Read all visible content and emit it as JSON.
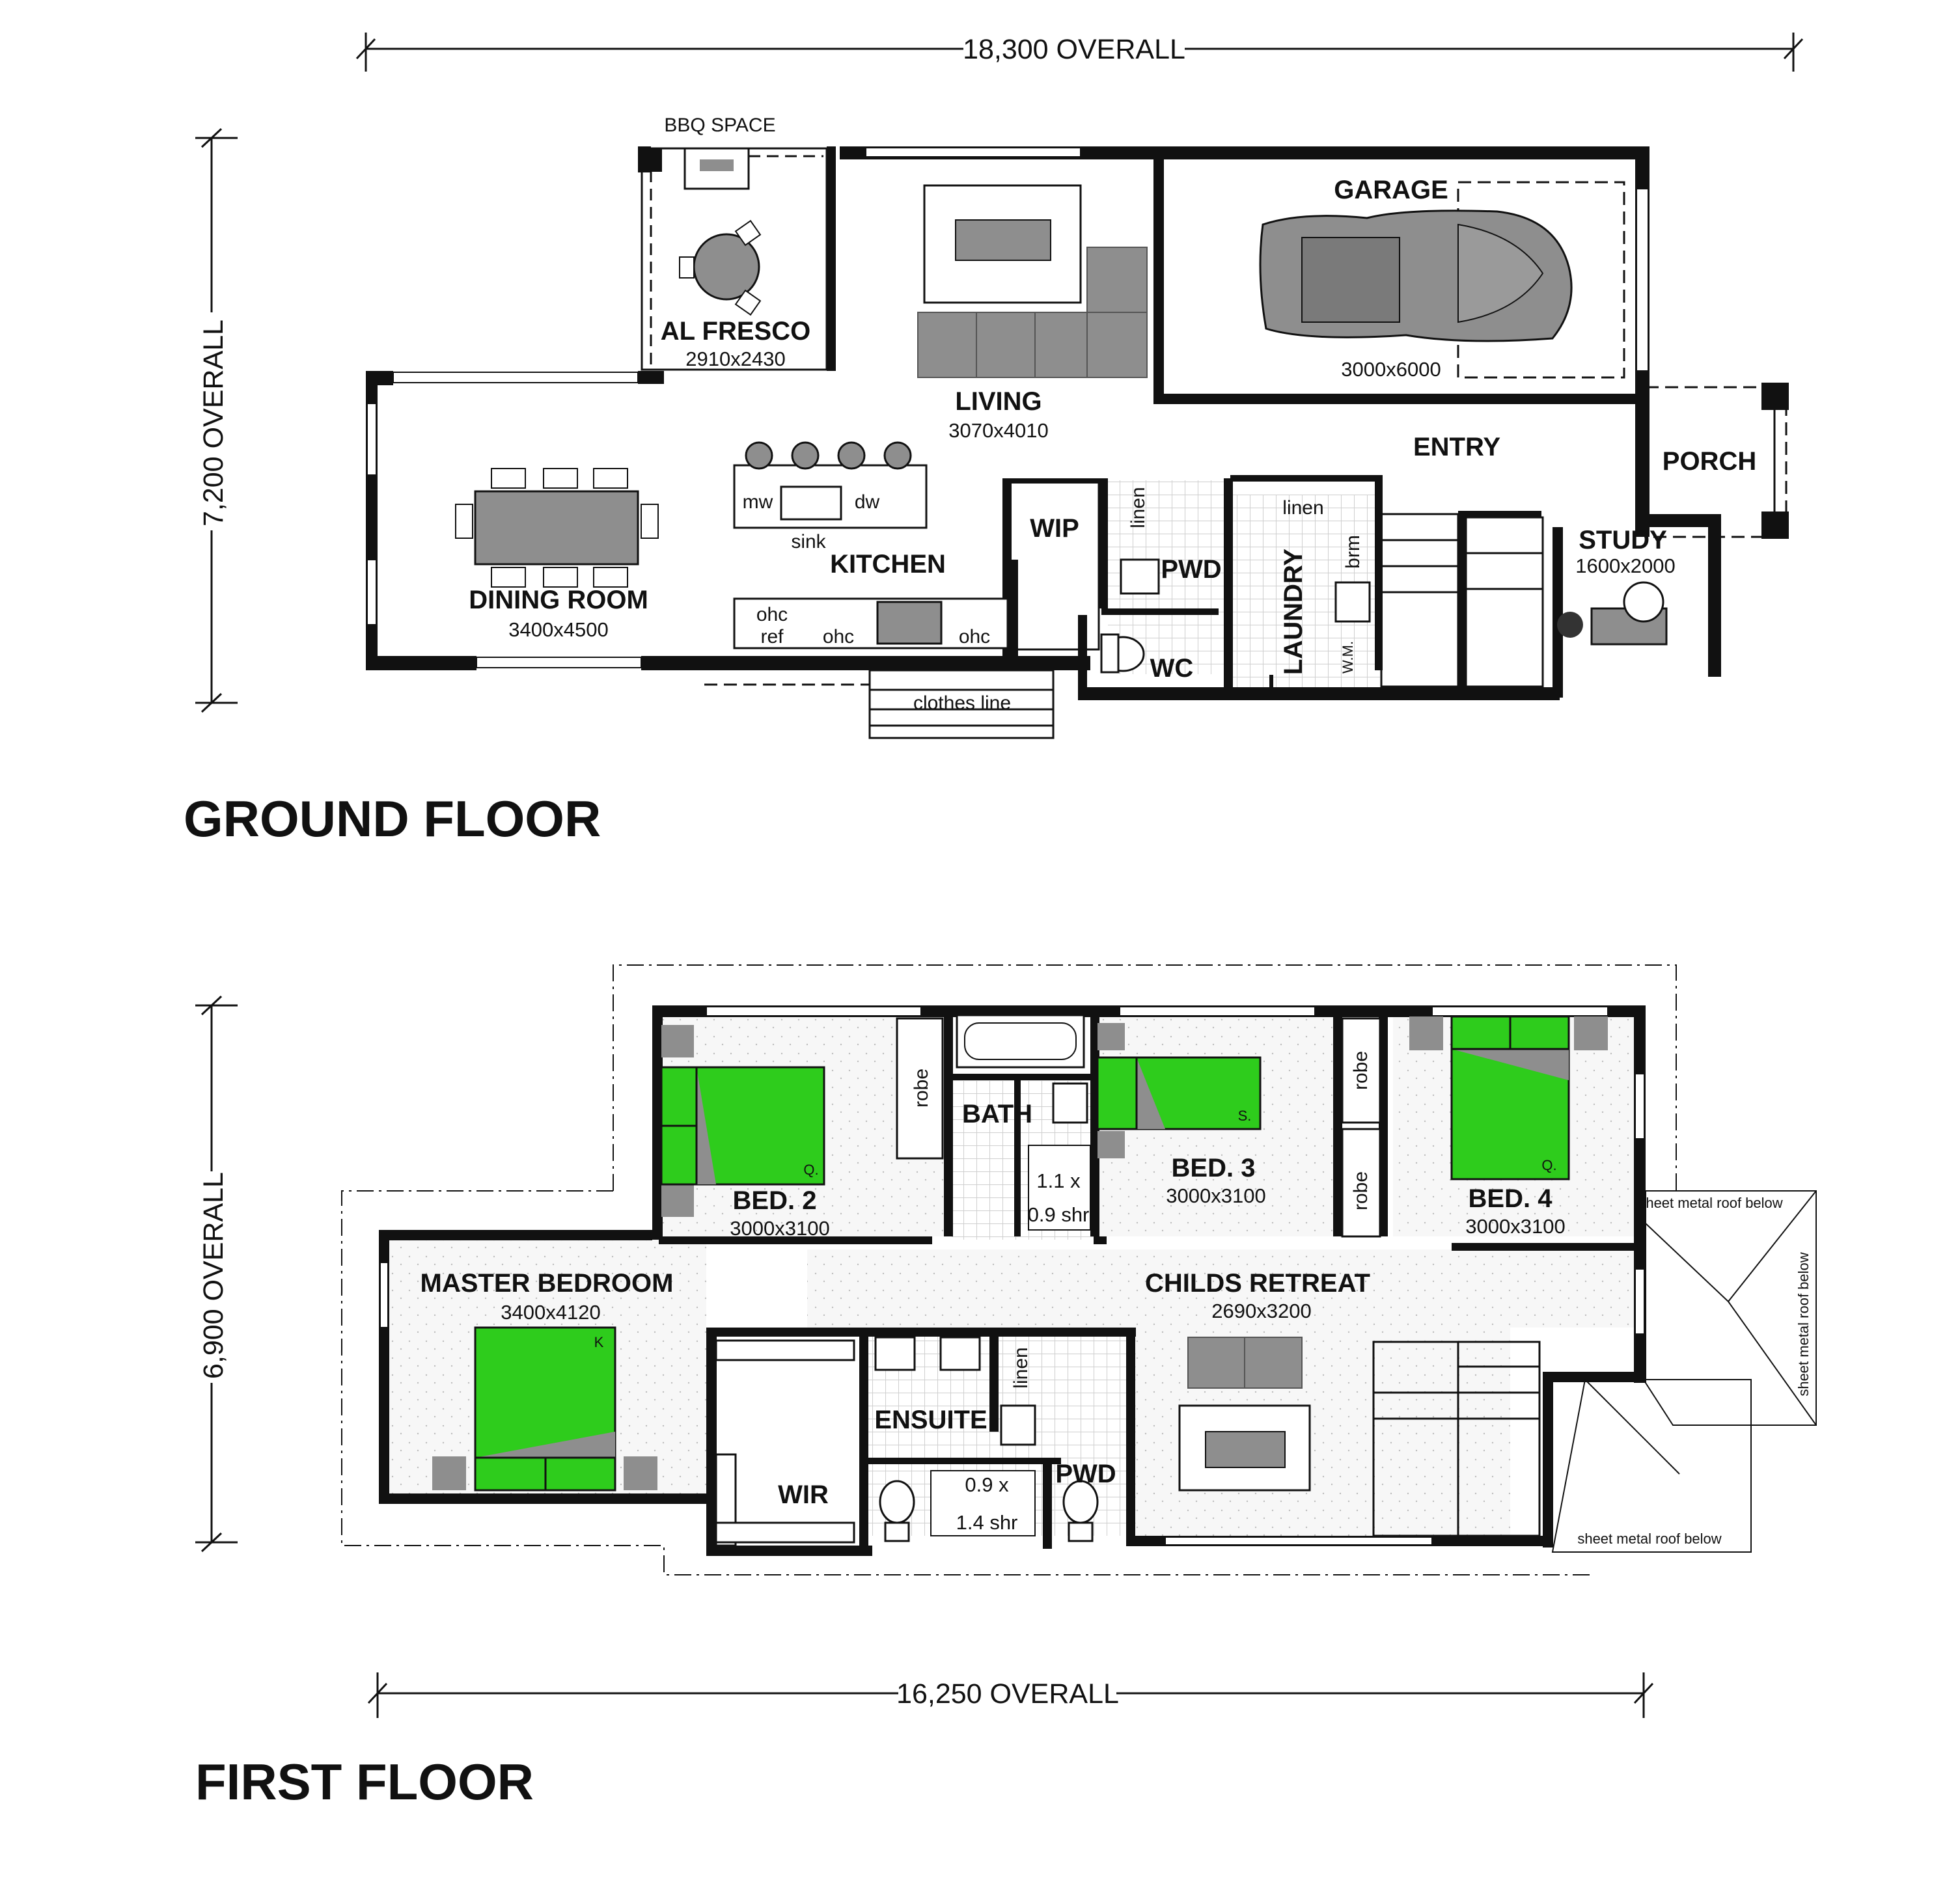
{
  "colors": {
    "bed_accent": "#2ecc1c",
    "furniture_grey": "#8e8e8e",
    "wall": "#111111"
  },
  "ground_floor": {
    "title": "GROUND FLOOR",
    "overall_width": "18,300 OVERALL",
    "overall_depth": "7,200 OVERALL",
    "bbq": "BBQ SPACE",
    "alfresco": {
      "name": "AL FRESCO",
      "size": "2910x2430"
    },
    "living": {
      "name": "LIVING",
      "size": "3070x4010"
    },
    "garage": {
      "name": "GARAGE",
      "size": "3000x6000"
    },
    "entry": "ENTRY",
    "porch": "PORCH",
    "dining": {
      "name": "DINING ROOM",
      "size": "3400x4500"
    },
    "kitchen": "KITCHEN",
    "wip": "WIP",
    "pwd": "PWD",
    "wc": "WC",
    "laundry": "LAUNDRY",
    "study": {
      "name": "STUDY",
      "size": "1600x2000"
    },
    "labels": {
      "mw": "mw",
      "dw": "dw",
      "sink": "sink",
      "ohc": "ohc",
      "ref": "ref",
      "linen": "linen",
      "brm": "brm",
      "wm": "W.M.",
      "clothes_line": "clothes line"
    }
  },
  "first_floor": {
    "title": "FIRST FLOOR",
    "overall_width": "16,250 OVERALL",
    "overall_depth": "6,900 OVERALL",
    "bed2": {
      "name": "BED. 2",
      "size": "3000x3100"
    },
    "bath": "BATH",
    "bed3": {
      "name": "BED. 3",
      "size": "3000x3100"
    },
    "bed4": {
      "name": "BED. 4",
      "size": "3000x3100"
    },
    "master": {
      "name": "MASTER BEDROOM",
      "size": "3400x4120"
    },
    "retreat": {
      "name": "CHILDS RETREAT",
      "size": "2690x3200"
    },
    "ensuite": "ENSUITE",
    "wir": "WIR",
    "pwd": "PWD",
    "labels": {
      "robe": "robe",
      "linen": "linen",
      "shr1_a": "1.1 x",
      "shr1_b": "0.9 shr",
      "shr2_a": "0.9 x",
      "shr2_b": "1.4 shr",
      "q": "Q.",
      "s": "S.",
      "k": "K",
      "roof1": "sheet metal roof below",
      "roof2": "sheet metal roof below",
      "roof3": "sheet metal roof below"
    }
  }
}
